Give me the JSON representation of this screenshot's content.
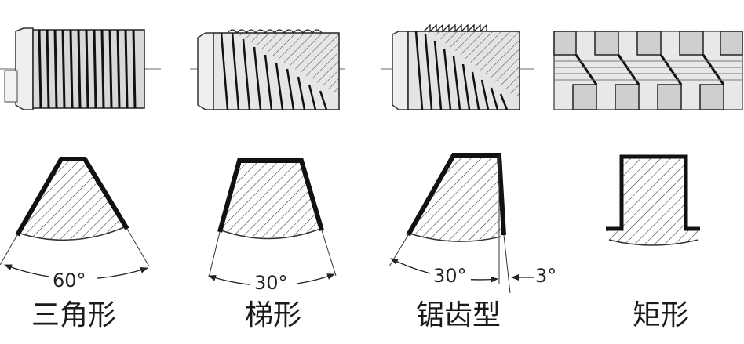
{
  "colors": {
    "outline": "#1a1a1a",
    "hatch": "#333333",
    "shaft": "#555555",
    "background": "#ffffff"
  },
  "profiles": [
    {
      "id": "triangular",
      "label": "三角形",
      "angle_text": "60°"
    },
    {
      "id": "trapezoidal",
      "label": "梯形",
      "angle_text": "30°"
    },
    {
      "id": "buttress",
      "label": "锯齿型",
      "angle_text": "30°",
      "angle_text_2": "3°"
    },
    {
      "id": "rectangular",
      "label": "矩形"
    }
  ]
}
